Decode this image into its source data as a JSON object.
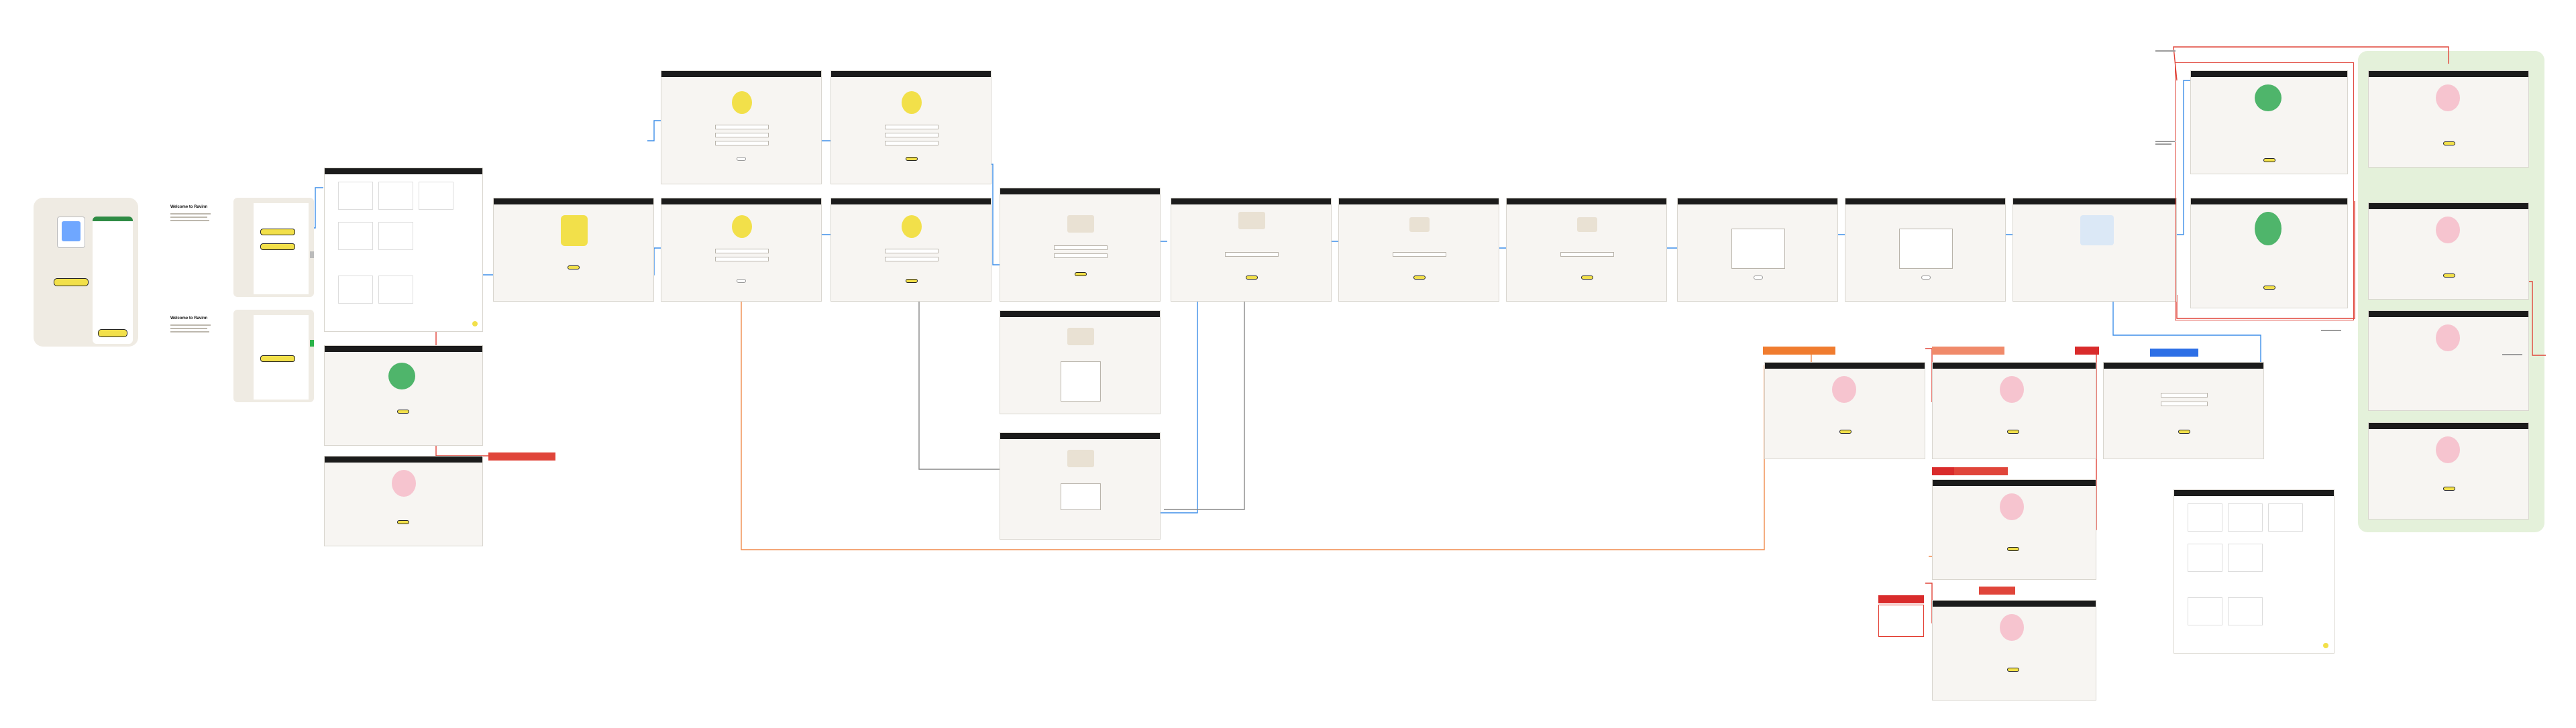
{
  "canvas": {
    "page_title": "",
    "colors": {
      "screen_bg": "#f7f5f2",
      "top_bar": "#1b1b1b",
      "accent_yellow": "#f2e04a",
      "connector_blue": "#3d8ee8",
      "connector_red": "#e0453a",
      "connector_orange": "#f08a4b",
      "success_zone": "#e4f1da",
      "tag_red": "#d92b2b",
      "tag_orange": "#f07c2f",
      "tag_blue": "#2d6fe6"
    }
  },
  "welcome": {
    "title_1": "Welcome to Ravinn",
    "title_2": "Welcome to Ravinn"
  },
  "screens": [
    {
      "id": "s-welcome-ok",
      "icon": "shield-person-icon"
    },
    {
      "id": "s-login-1",
      "icon": "woman-phone-icon"
    },
    {
      "id": "s-login-2",
      "icon": "woman-phone-icon"
    },
    {
      "id": "s-login-3",
      "icon": "woman-phone-icon"
    },
    {
      "id": "s-login-4",
      "icon": "woman-phone-icon"
    },
    {
      "id": "s-address-1",
      "icon": "house-icon"
    },
    {
      "id": "s-address-2",
      "icon": "house-icon"
    },
    {
      "id": "s-address-3",
      "icon": "house-icon"
    },
    {
      "id": "s-hand-1",
      "icon": "hand-card-icon"
    },
    {
      "id": "s-hand-2",
      "icon": "hand-card-icon"
    },
    {
      "id": "s-credit-1",
      "icon": "list-icon"
    },
    {
      "id": "s-credit-2",
      "icon": "list-icon"
    },
    {
      "id": "s-verify",
      "icon": "person-laptop-icon"
    },
    {
      "id": "s-success-1",
      "icon": "shield-check-icon"
    },
    {
      "id": "s-success-2",
      "icon": "shield-check-icon"
    },
    {
      "id": "s-fail-1",
      "icon": "woman-pink-icon"
    },
    {
      "id": "s-fail-2",
      "icon": "woman-pink-icon"
    },
    {
      "id": "s-fail-3",
      "icon": "woman-pink-icon"
    },
    {
      "id": "s-fail-4",
      "icon": "woman-pink-icon"
    },
    {
      "id": "s-fail-5",
      "icon": "woman-pink-icon"
    },
    {
      "id": "s-fail-6",
      "icon": "woman-pink-icon"
    },
    {
      "id": "s-fail-7",
      "icon": "woman-pink-icon"
    },
    {
      "id": "s-fail-8",
      "icon": "woman-pink-icon"
    },
    {
      "id": "s-fail-9",
      "icon": "woman-pink-icon"
    }
  ]
}
